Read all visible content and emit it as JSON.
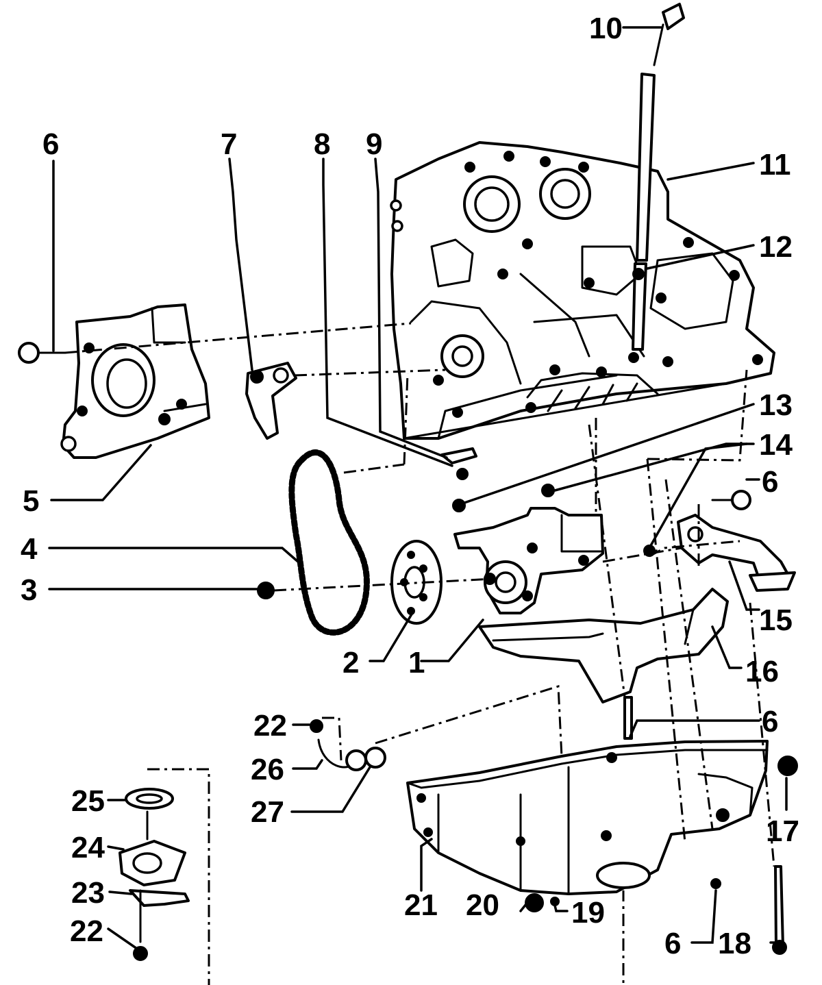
{
  "callouts": {
    "c1": "1",
    "c2": "2",
    "c3": "3",
    "c4": "4",
    "c5": "5",
    "c6a": "6",
    "c6b": "6",
    "c6c": "6",
    "c6d": "6",
    "c7": "7",
    "c8": "8",
    "c9": "9",
    "c10": "10",
    "c11": "11",
    "c12": "12",
    "c13": "13",
    "c14": "14",
    "c15": "15",
    "c16": "16",
    "c17": "17",
    "c18": "18",
    "c19": "19",
    "c20": "20",
    "c21": "21",
    "c22a": "22",
    "c22b": "22",
    "c23": "23",
    "c24": "24",
    "c25": "25",
    "c26": "26",
    "c27": "27"
  },
  "colors": {
    "ink": "#000000",
    "paper": "#ffffff"
  }
}
